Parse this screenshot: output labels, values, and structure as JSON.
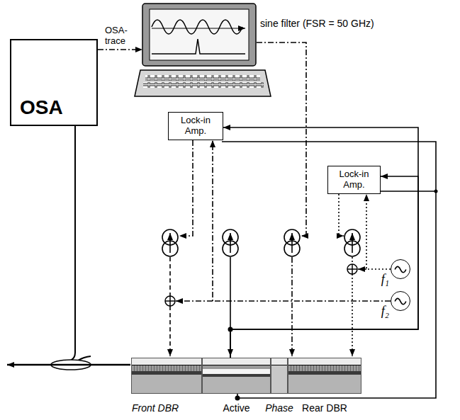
{
  "diagram": {
    "nodes": [
      {
        "text": [
          "OSA"
        ]
      },
      {
        "text": [
          "sine filter (FSR = 50 GHz)"
        ]
      },
      {
        "text": [
          "Lock-in Amp."
        ]
      },
      {
        "text": [
          "Lock-in Amp."
        ]
      },
      {
        "text": [
          "f₁"
        ]
      },
      {
        "text": [
          "f₂"
        ]
      },
      {
        "text": [
          "Front DBR"
        ]
      },
      {
        "text": [
          "Active"
        ]
      },
      {
        "text": [
          "Phase"
        ]
      },
      {
        "text": [
          "Rear DBR"
        ]
      }
    ],
    "edges": [
      {
        "from": 0,
        "to": 1,
        "arrow": "to",
        "label": "OSA-trace"
      },
      {
        "from": 4,
        "to": 3,
        "arrow": "to"
      },
      {
        "from": 5,
        "to": 2,
        "arrow": "to"
      },
      {
        "from": 7,
        "to": 2,
        "arrow": "to"
      },
      {
        "from": 7,
        "to": 3,
        "arrow": "to"
      }
    ]
  }
}
